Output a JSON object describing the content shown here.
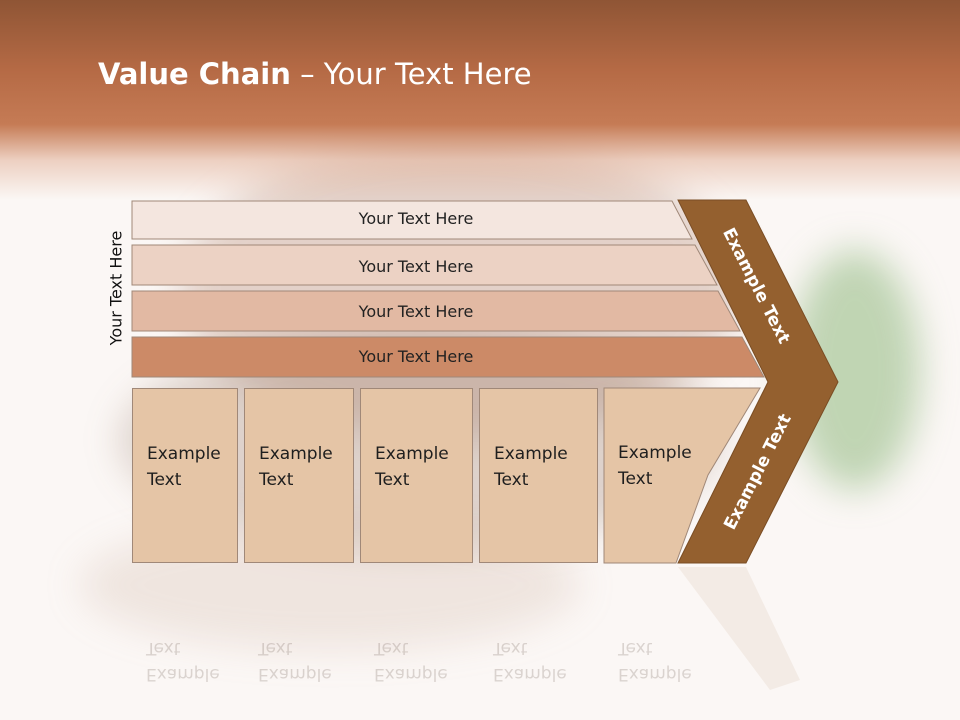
{
  "slide": {
    "title_bold": "Value Chain",
    "title_rest": " – Your Text Here",
    "side_label": "Your Text Here"
  },
  "bars": [
    {
      "label": "Your Text Here",
      "color": "#f4e6df"
    },
    {
      "label": "Your Text Here",
      "color": "#ecd2c4"
    },
    {
      "label": "Your Text Here",
      "color": "#e2b9a3"
    },
    {
      "label": "Your Text Here",
      "color": "#cc8a67"
    }
  ],
  "cells": [
    {
      "label": "Example\nText"
    },
    {
      "label": "Example\nText"
    },
    {
      "label": "Example\nText"
    },
    {
      "label": "Example\nText"
    },
    {
      "label": "Example\nText"
    }
  ],
  "chevron": {
    "top_label": "Example Text",
    "bottom_label": "Example Text",
    "color": "#94602f"
  },
  "colors": {
    "header": "#b56a45",
    "cell_fill": "#e5c5a6",
    "border": "#a08878"
  }
}
